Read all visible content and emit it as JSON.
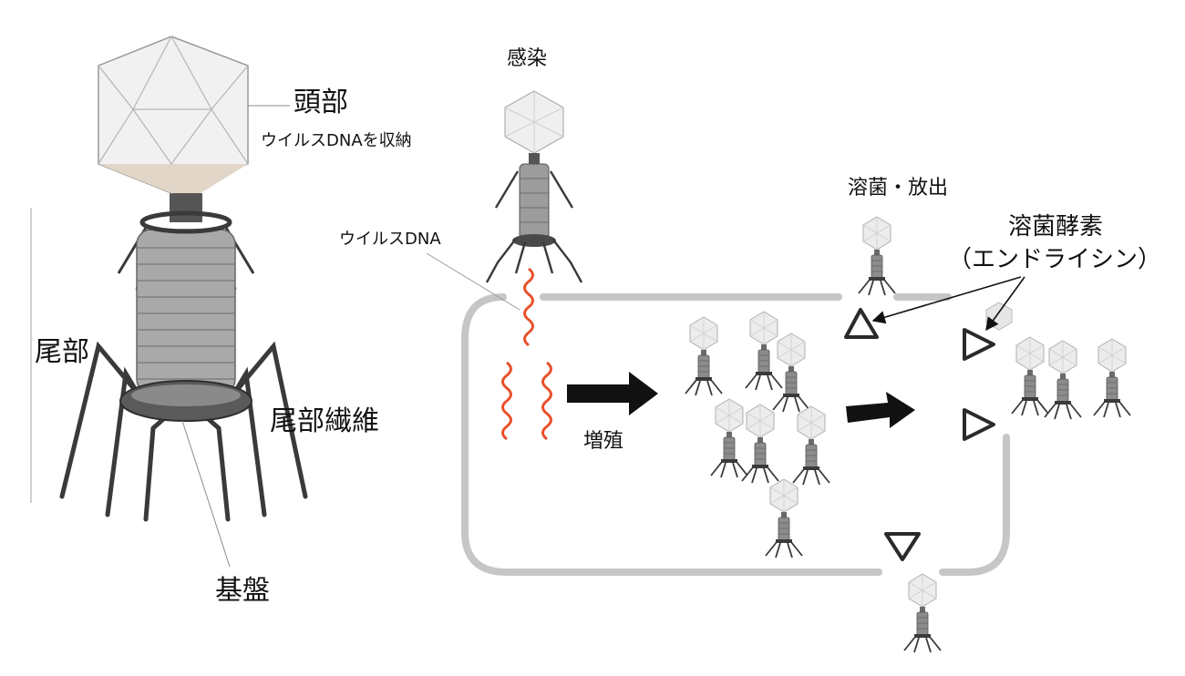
{
  "labels": {
    "head": "頭部",
    "head_note": "ウイルスDNAを収納",
    "tail": "尾部",
    "tail_fibers": "尾部繊維",
    "baseplate": "基盤",
    "infection": "感染",
    "viral_dna": "ウイルスDNA",
    "replication": "増殖",
    "lysis_release": "溶菌・放出",
    "lytic_enzyme": "溶菌酵素",
    "endolysin": "（エンドライシン）"
  },
  "colors": {
    "phage_head": "#e6e6e6",
    "phage_head_base": "#e2d6c8",
    "phage_tail": "#9a9a9a",
    "phage_dark": "#3a3a3a",
    "dna": "#e8502a",
    "cell_wall": "#c6c6c6",
    "arrow": "#111111"
  }
}
